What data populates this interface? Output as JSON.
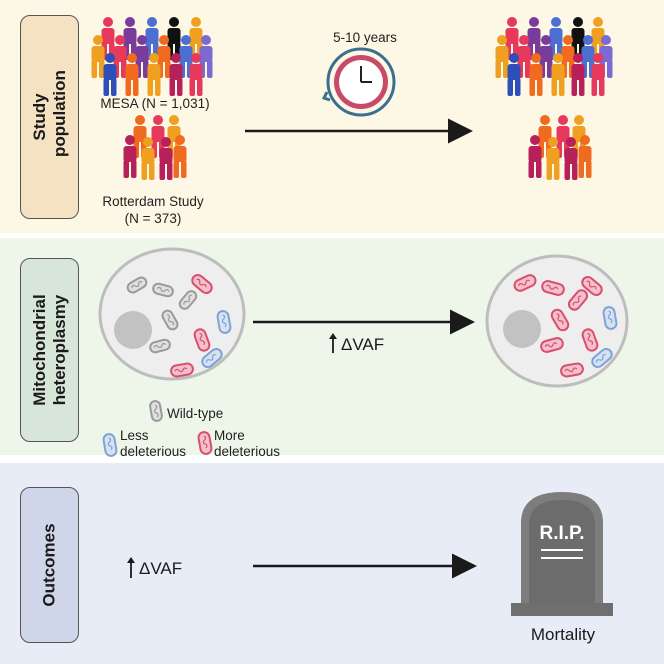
{
  "sections": {
    "study_population": "Study population",
    "mitochondrial_heteroplasmy": "Mitochondrial heteroplasmy",
    "outcomes": "Outcomes"
  },
  "study": {
    "mesa_label": "MESA (N = 1,031)",
    "rotterdam_label": "Rotterdam Study",
    "rotterdam_n": "(N = 373)",
    "followup": "5-10 years"
  },
  "heteroplasmy": {
    "delta": "ΔVAF",
    "legend_wildtype": "Wild-type",
    "legend_less": "Less deleterious",
    "legend_more": "More deleterious"
  },
  "outcomes": {
    "delta": "ΔVAF",
    "tombstone_text": "R.I.P.",
    "result": "Mortality"
  },
  "colors": {
    "wildtype": "#c9c9c9",
    "less_deleterious": "#9db9de",
    "more_deleterious": "#d94f6e",
    "arrow": "#1a1a1a"
  }
}
